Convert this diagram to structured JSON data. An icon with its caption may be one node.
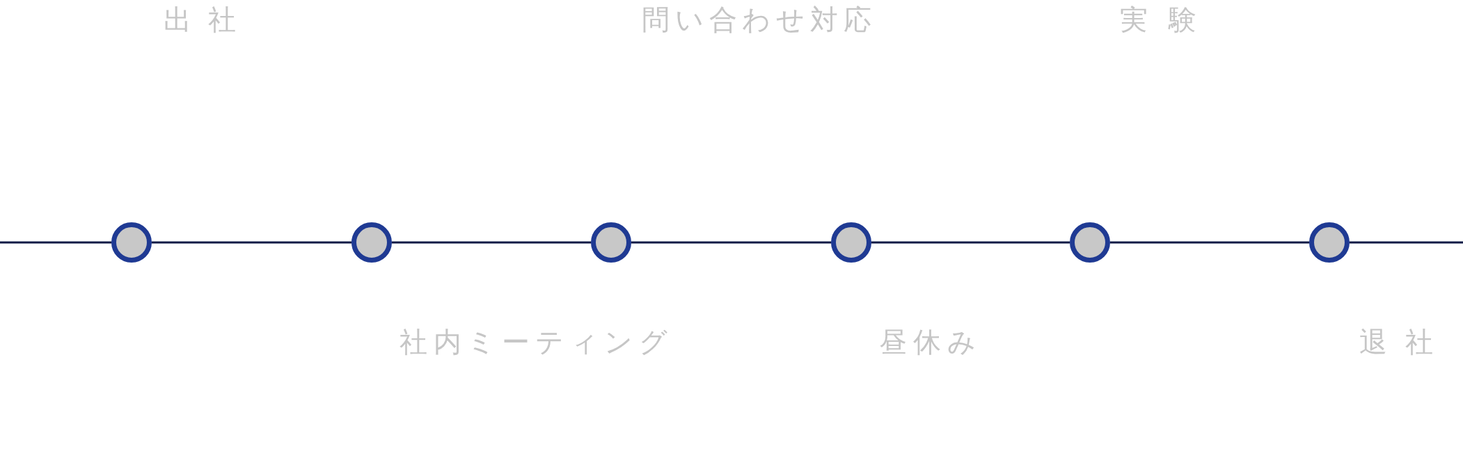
{
  "diagram": {
    "nodes": [
      {
        "text": [],
        "shape": "circle"
      },
      {
        "text": [],
        "shape": "circle"
      },
      {
        "text": [],
        "shape": "circle"
      },
      {
        "text": [],
        "shape": "circle"
      },
      {
        "text": [],
        "shape": "circle"
      },
      {
        "text": [],
        "shape": "circle"
      }
    ],
    "edges": [
      {
        "from": null,
        "to": 0,
        "arrow": "none"
      },
      {
        "from": 0,
        "to": 1,
        "arrow": "none"
      },
      {
        "from": 1,
        "to": 2,
        "arrow": "none"
      },
      {
        "from": 2,
        "to": 3,
        "arrow": "none"
      },
      {
        "from": 3,
        "to": 4,
        "arrow": "none"
      },
      {
        "from": 4,
        "to": 5,
        "arrow": "none"
      },
      {
        "from": 5,
        "to": null,
        "arrow": "none"
      }
    ],
    "labels": [
      "出社",
      "問い合わせ対応",
      "実験",
      "社内ミーティング",
      "昼休み",
      "退社"
    ]
  }
}
